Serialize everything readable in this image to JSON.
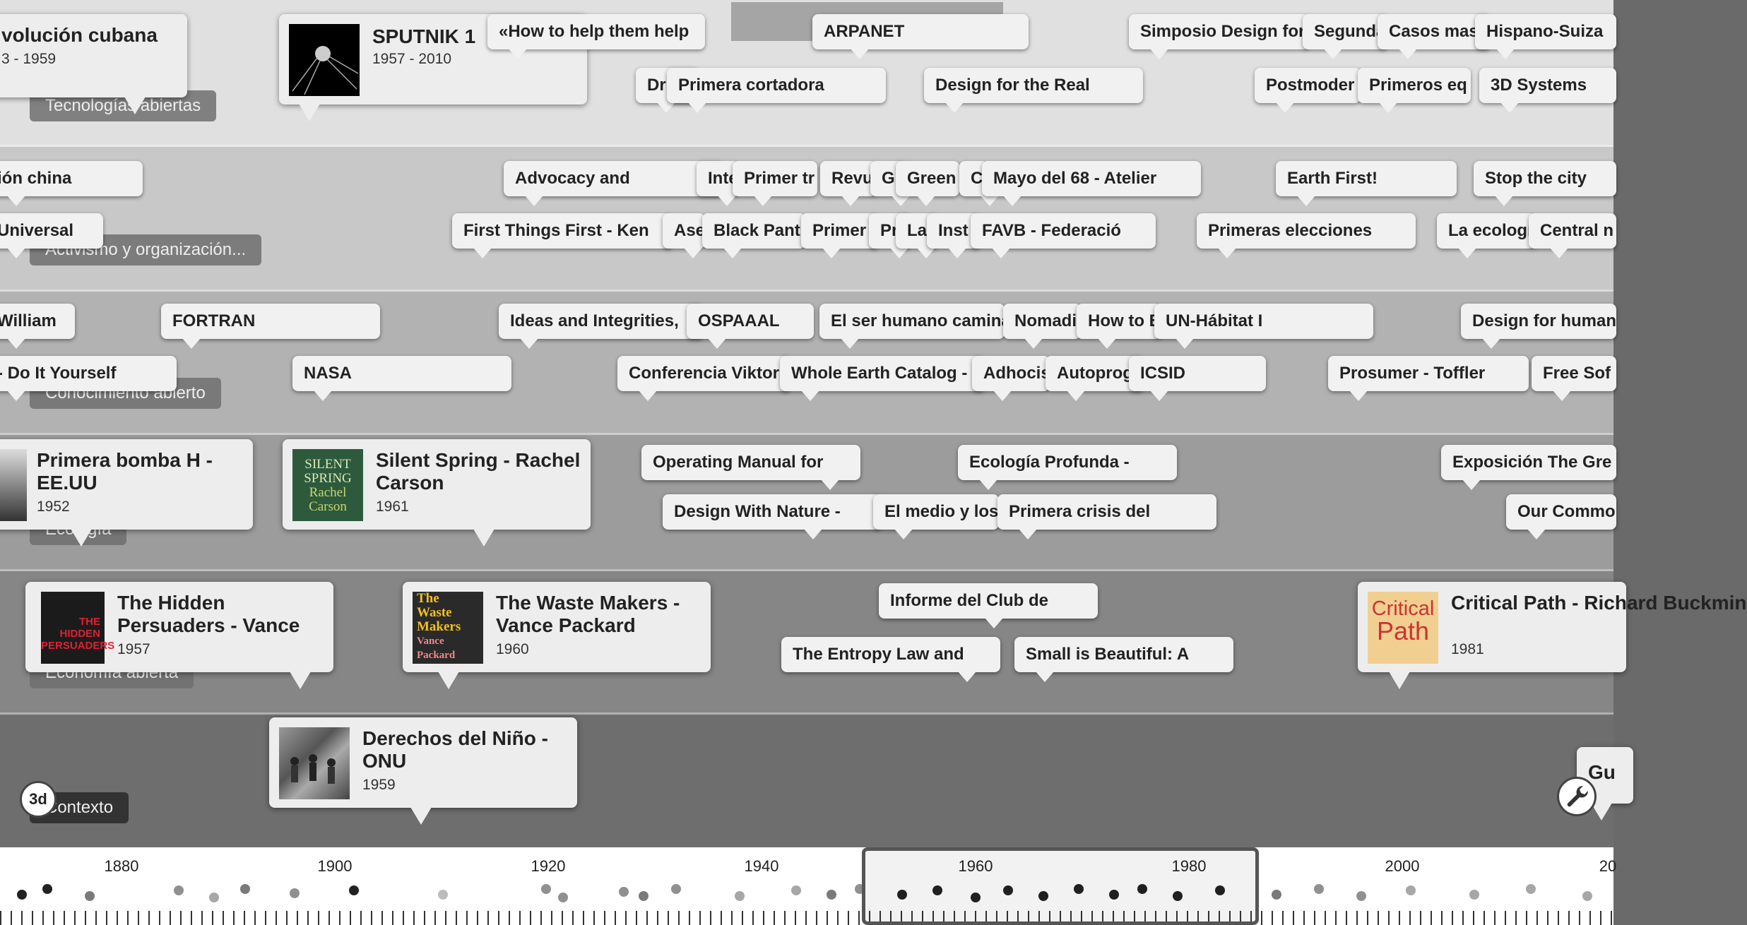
{
  "era": "1968",
  "bands": [
    {
      "label": "Tecnologías abiertas"
    },
    {
      "label": "Activismo y organización..."
    },
    {
      "label": "Conocimiento abierto"
    },
    {
      "label": "Ecología"
    },
    {
      "label": "Economía abierta"
    },
    {
      "label": "Contexto"
    }
  ],
  "flags": [
    {
      "id": "revolucion-cubana",
      "text": "volución cubana"
    },
    {
      "id": "sputnik-title",
      "text": "SPUTNIK 1"
    },
    {
      "id": "how-to-help",
      "text": "«How to help them help"
    },
    {
      "id": "arpanet",
      "text": "ARPANET"
    },
    {
      "id": "simposio-design",
      "text": "Simposio Design for"
    },
    {
      "id": "segunda",
      "text": "Segunda"
    },
    {
      "id": "casos-masivos",
      "text": "Casos masivos"
    },
    {
      "id": "hispano-suiza",
      "text": "Hispano-Suiza"
    },
    {
      "id": "dr",
      "text": "Dr"
    },
    {
      "id": "primera-cortadora",
      "text": "Primera cortadora"
    },
    {
      "id": "design-real",
      "text": "Design for the Real"
    },
    {
      "id": "postmoder",
      "text": "Postmoder"
    },
    {
      "id": "primeros-eq",
      "text": "Primeros eq"
    },
    {
      "id": "3d-systems",
      "text": "3D Systems"
    },
    {
      "id": "revolucion-china",
      "text": "ión china"
    },
    {
      "id": "advocacy",
      "text": "Advocacy and"
    },
    {
      "id": "inte",
      "text": "Inte"
    },
    {
      "id": "primer-tr",
      "text": "Primer tr"
    },
    {
      "id": "revu",
      "text": "Revu"
    },
    {
      "id": "gr",
      "text": "Gr"
    },
    {
      "id": "green",
      "text": "Green"
    },
    {
      "id": "c",
      "text": "C"
    },
    {
      "id": "mayo-68",
      "text": "Mayo del 68 - Atelier"
    },
    {
      "id": "earth-first",
      "text": "Earth First!"
    },
    {
      "id": "stop-city",
      "text": "Stop the city"
    },
    {
      "id": "universal",
      "text": "Universal"
    },
    {
      "id": "first-things-first",
      "text": "First Things First - Ken"
    },
    {
      "id": "ase",
      "text": "Ase"
    },
    {
      "id": "black-panthers",
      "text": "Black Pant"
    },
    {
      "id": "primer",
      "text": "Primer"
    },
    {
      "id": "pri",
      "text": "Pri"
    },
    {
      "id": "la",
      "text": "La"
    },
    {
      "id": "inst",
      "text": "Inst"
    },
    {
      "id": "favb",
      "text": "FAVB - Federació"
    },
    {
      "id": "primeras-elecciones",
      "text": "Primeras elecciones"
    },
    {
      "id": "la-ecologia",
      "text": "La ecologí"
    },
    {
      "id": "central",
      "text": "Central n"
    },
    {
      "id": "william",
      "text": "William"
    },
    {
      "id": "fortran",
      "text": "FORTRAN"
    },
    {
      "id": "ideas-integrities",
      "text": "Ideas and Integrities,"
    },
    {
      "id": "ospaaal",
      "text": "OSPAAAL"
    },
    {
      "id": "ser-humano",
      "text": "El ser humano camina"
    },
    {
      "id": "nomadic",
      "text": "Nomadic"
    },
    {
      "id": "how-to-b",
      "text": "How to B"
    },
    {
      "id": "un-habitat",
      "text": "UN-Hábitat I"
    },
    {
      "id": "design-human",
      "text": "Design for human"
    },
    {
      "id": "diy",
      "text": "- Do It Yourself"
    },
    {
      "id": "nasa",
      "text": "NASA"
    },
    {
      "id": "conferencia-viktor",
      "text": "Conferencia Viktor"
    },
    {
      "id": "whole-earth",
      "text": "Whole Earth Catalog -"
    },
    {
      "id": "adhocism",
      "text": "Adhocis"
    },
    {
      "id": "autoprog",
      "text": "Autoprog"
    },
    {
      "id": "icsid",
      "text": "ICSID"
    },
    {
      "id": "prosumer",
      "text": "Prosumer - Toffler"
    },
    {
      "id": "free-software",
      "text": "Free Sof"
    },
    {
      "id": "operating-manual",
      "text": "Operating Manual for"
    },
    {
      "id": "ecologia-profunda",
      "text": "Ecología Profunda -"
    },
    {
      "id": "exposicion-green",
      "text": "Exposición The Gre"
    },
    {
      "id": "design-nature",
      "text": "Design With Nature -"
    },
    {
      "id": "medio-y-los",
      "text": "El medio y los"
    },
    {
      "id": "primera-crisis",
      "text": "Primera crisis del"
    },
    {
      "id": "our-common",
      "text": "Our Commo"
    },
    {
      "id": "club-roma",
      "text": "Informe del Club de"
    },
    {
      "id": "entropy-law",
      "text": "The Entropy Law and"
    },
    {
      "id": "small-beautiful",
      "text": "Small is Beautiful: A"
    },
    {
      "id": "gu",
      "text": "Gu"
    }
  ],
  "cards": [
    {
      "id": "revolucion-cubana-card",
      "year": "3 - 1959"
    },
    {
      "id": "sputnik",
      "title": "SPUTNIK 1",
      "year": "1957 - 2010"
    },
    {
      "id": "bomba-h",
      "title": "Primera bomba H - EE.UU",
      "year": "1952"
    },
    {
      "id": "silent-spring",
      "title": "Silent Spring - Rachel Carson",
      "year": "1961",
      "thumb": [
        "SILENT",
        "SPRING",
        "Rachel",
        "Carson"
      ]
    },
    {
      "id": "hidden-persuaders",
      "title": "The Hidden Persuaders - Vance",
      "year": "1957",
      "thumb": [
        "THE",
        "HIDDEN",
        "PERSUADERS"
      ]
    },
    {
      "id": "waste-makers",
      "title": "The Waste Makers - Vance Packard",
      "year": "1960",
      "thumb": [
        "The",
        "Waste",
        "Makers",
        "Vance",
        "Packard"
      ]
    },
    {
      "id": "critical-path",
      "title": "Critical Path - Richard Buckmin",
      "year": "1981",
      "thumb": [
        "Critical",
        "Path"
      ]
    },
    {
      "id": "derechos-nino",
      "title": "Derechos del Niño - ONU",
      "year": "1959"
    }
  ],
  "axis": {
    "labels": [
      "1880",
      "1900",
      "1920",
      "1940",
      "1960",
      "1980",
      "2000",
      "20"
    ]
  },
  "controls": {
    "view3d": "3d",
    "wrench": "wrench-icon"
  }
}
